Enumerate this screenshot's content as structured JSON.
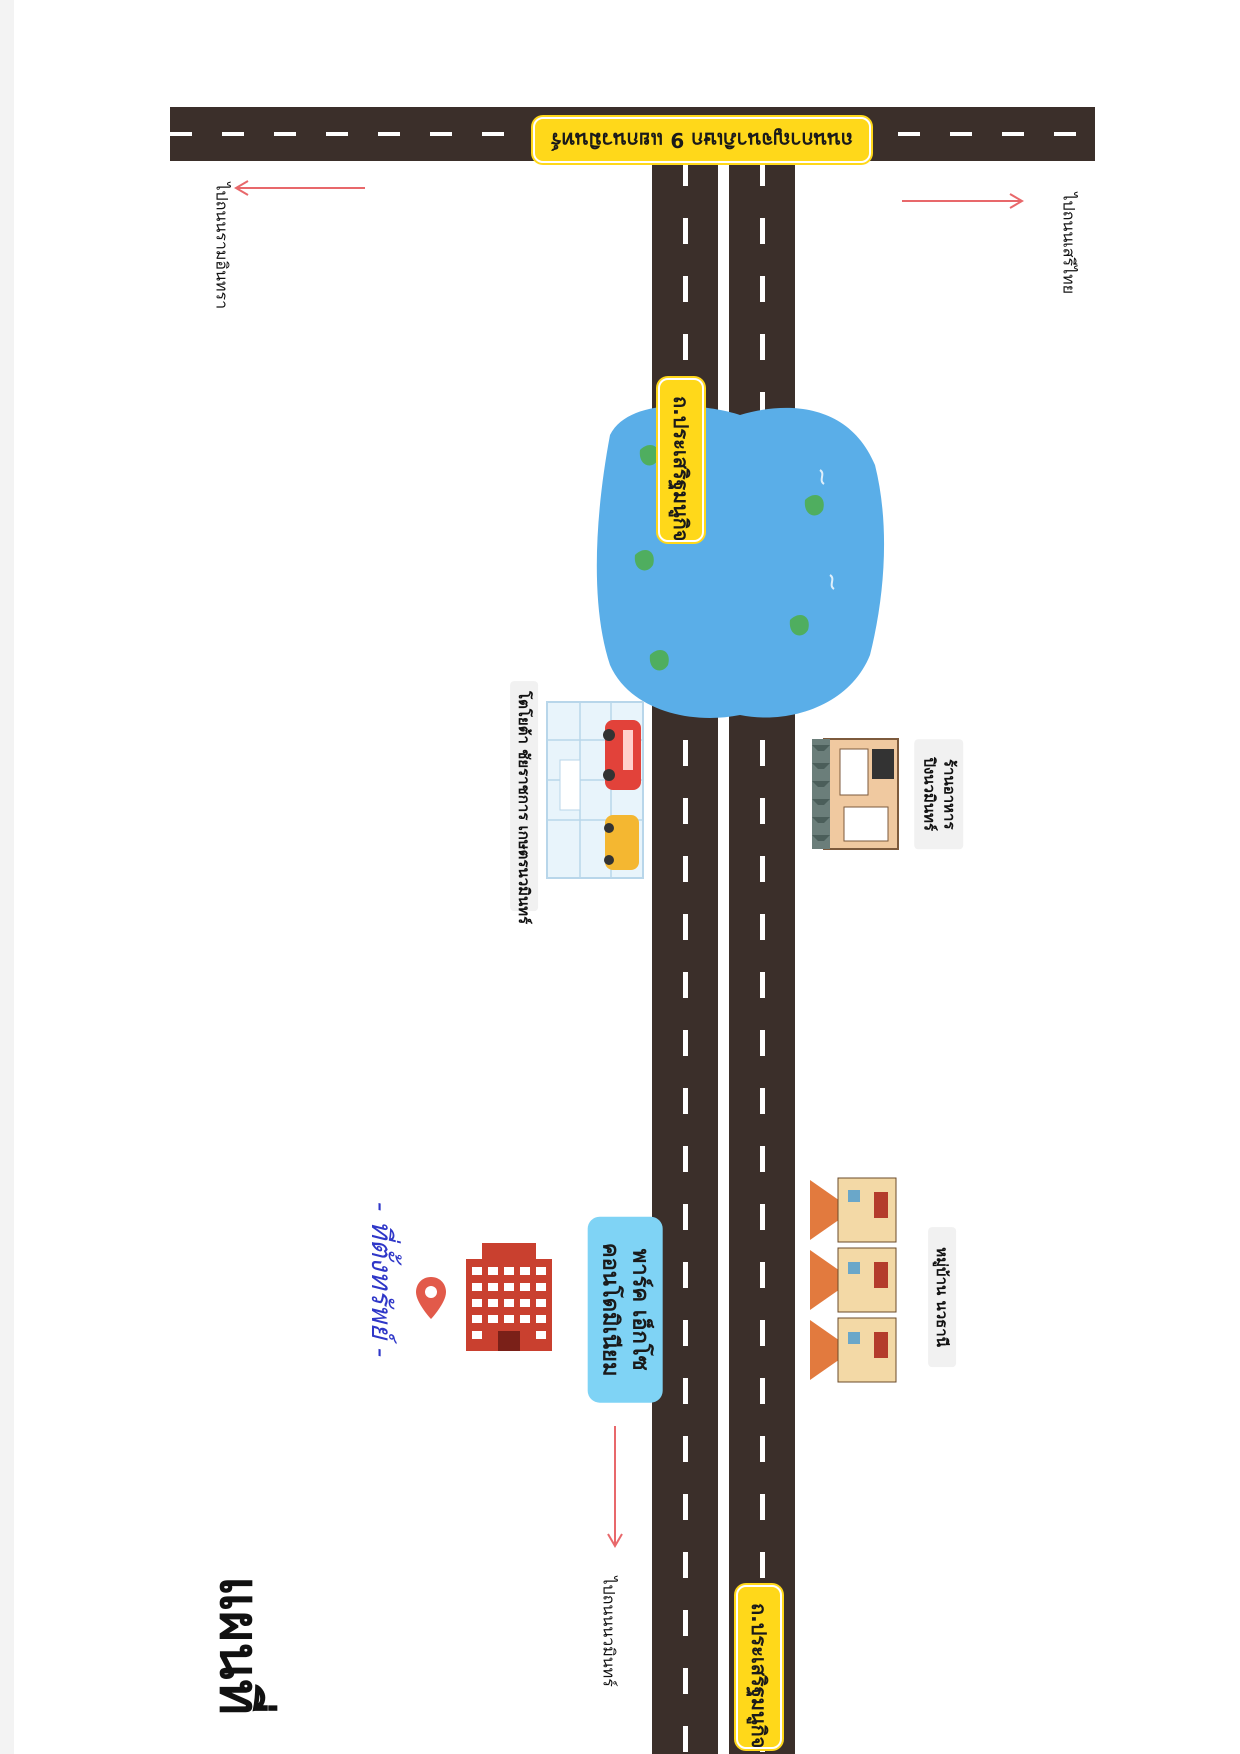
{
  "title": "แผนที่",
  "roads": {
    "highway_label": "ถนนกาญจนาภิเษก 9 แยกนวมินทร์",
    "main_road_label_top": "ถ.ประเสริฐมนูกิจ",
    "main_road_label_bottom": "ถ.ประเสริฐมนูกิจ"
  },
  "directions": {
    "to_ramindra": "ไปถนนรามอินทรา",
    "to_serithai": "ไปถนนเสรีไทย",
    "to_nawamin": "ไปถนนนวมินทร์"
  },
  "landmarks": {
    "condo_line1": "พาร์ค เอ็กโซ",
    "condo_line2": "คอนโดมิเนียม",
    "site_note": "- ที่ตั้งทรัพย์ -",
    "toyota": "โตโยต้า ชัยราชการ เกษตรนวมินทร์",
    "restaurant_line1": "ร้านอาหาร",
    "restaurant_line2": "ปิงนวมินทร์",
    "village": "หมู่บ้าน นวธานี"
  },
  "colors": {
    "road": "#3b2f2a",
    "label_yellow": "#ffd81a",
    "lake": "#5aaee8",
    "condo_label": "#7fd3f5",
    "arrow": "#e8686b",
    "building_red": "#c9402f"
  },
  "icons": [
    "location-pin-icon",
    "condo-building-icon",
    "car-showroom-icon",
    "restaurant-icon",
    "village-houses-icon",
    "lake-icon"
  ]
}
